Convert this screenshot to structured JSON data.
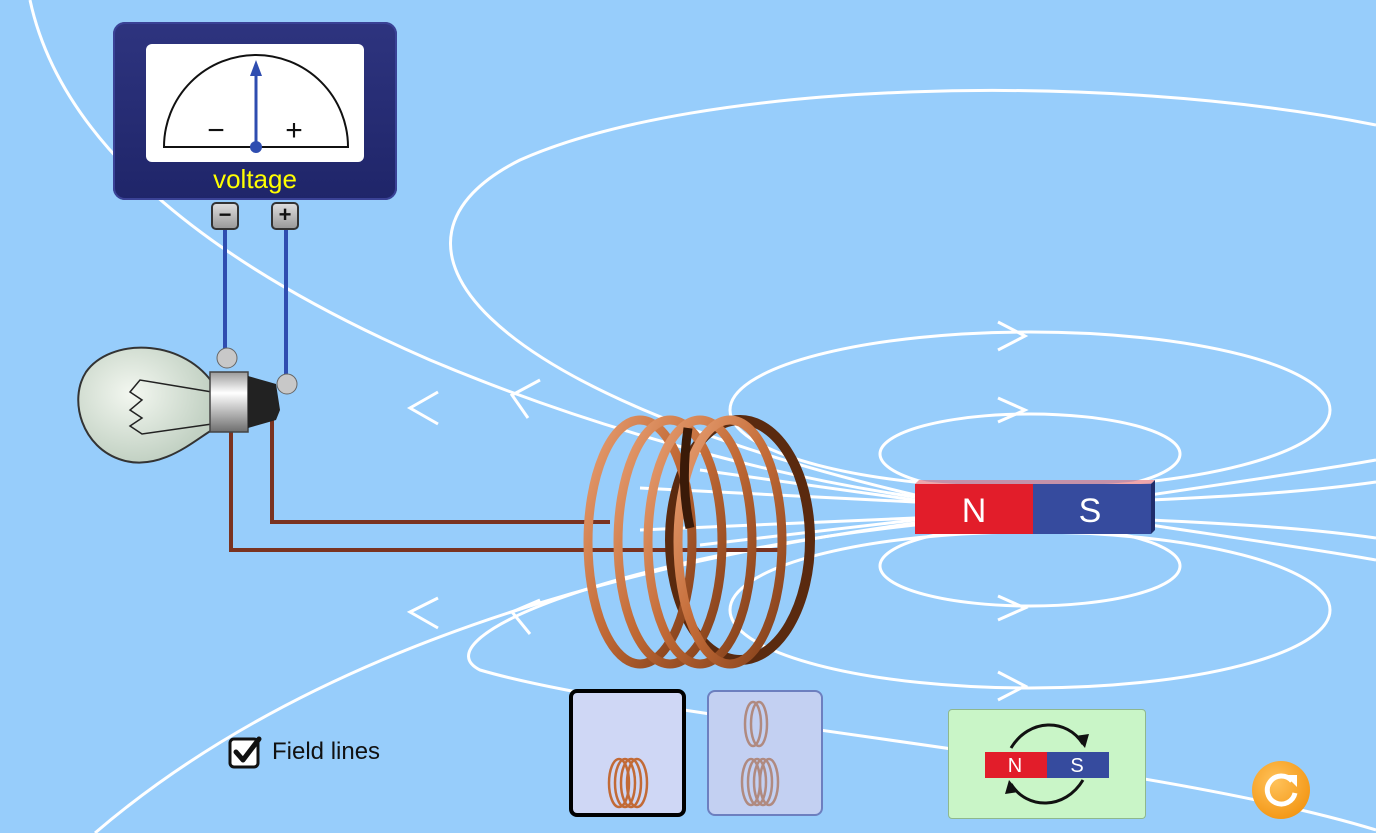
{
  "voltmeter": {
    "label": "voltage",
    "minus_sign": "−",
    "plus_sign": "+",
    "needle_reading": 0
  },
  "terminals": {
    "minus": "−",
    "plus": "+"
  },
  "magnet": {
    "north": "N",
    "south": "S"
  },
  "controls": {
    "field_lines_label": "Field lines",
    "field_lines_checked": true,
    "flip_magnet": {
      "north": "N",
      "south": "S"
    }
  },
  "colors": {
    "background": "#97cdfb",
    "field_lines": "#ffffff",
    "magnet_north": "#e21d2a",
    "magnet_south": "#364b9e",
    "copper": "#c26a36",
    "wire_blue": "#2f4db0",
    "wire_brown": "#7a3320",
    "voltage_label": "#ffff00",
    "reset_orange": "#f39a1e"
  }
}
